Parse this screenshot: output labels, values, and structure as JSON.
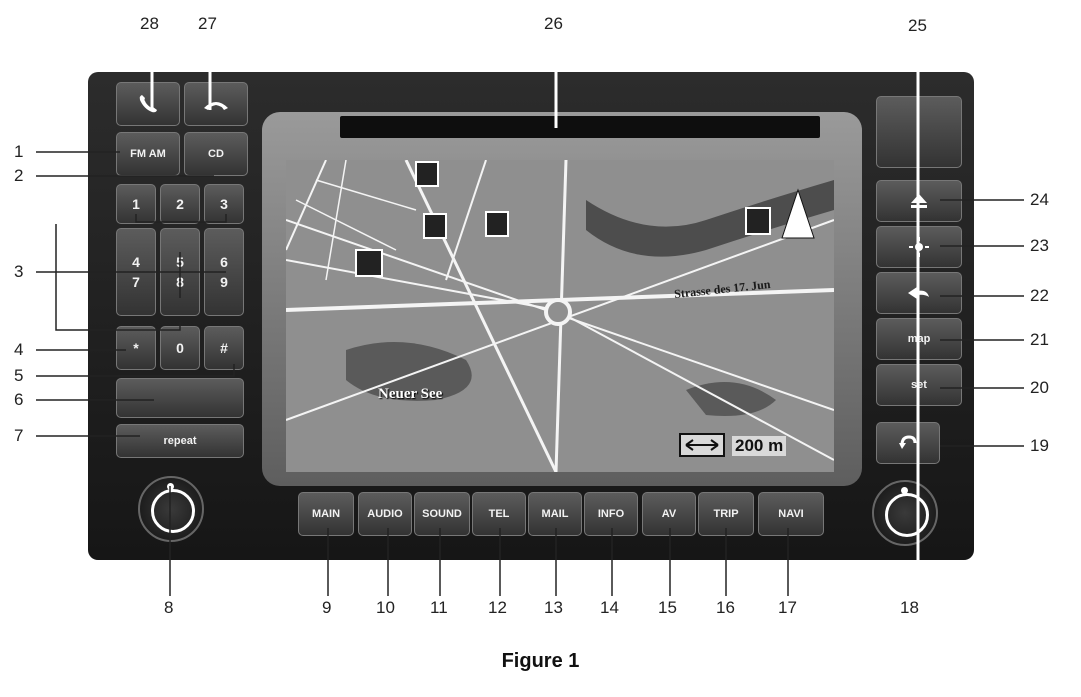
{
  "caption": "Figure 1",
  "left_panel": {
    "fm_am": "FM AM",
    "cd": "CD",
    "keys": [
      "1",
      "2",
      "3",
      "4",
      "5",
      "6",
      "7",
      "8",
      "9",
      "*",
      "0",
      "#"
    ],
    "repeat": "repeat"
  },
  "bottom_buttons": [
    "MAIN",
    "AUDIO",
    "SOUND",
    "TEL",
    "MAIL",
    "INFO",
    "AV",
    "TRIP",
    "NAVI"
  ],
  "right_panel": {
    "map": "map",
    "set": "set"
  },
  "map": {
    "lake_label": "Neuer See",
    "street_label": "Strasse des 17. Jun",
    "scale": "200 m"
  },
  "callouts": [
    "1",
    "2",
    "3",
    "4",
    "5",
    "6",
    "7",
    "8",
    "9",
    "10",
    "11",
    "12",
    "13",
    "14",
    "15",
    "16",
    "17",
    "18",
    "19",
    "20",
    "21",
    "22",
    "23",
    "24",
    "25",
    "26",
    "27",
    "28"
  ],
  "icons": {
    "phone_pickup": "phone-pickup-icon",
    "phone_hangup": "phone-hangup-icon",
    "eject": "eject-icon",
    "brightness": "brightness-icon",
    "back": "back-arrow-icon",
    "undo": "undo-arrow-icon"
  },
  "colors": {
    "housing": "#1e1e1e",
    "button": "#4a4a4a",
    "screen": "#8f8f8f",
    "water": "#4d4d4d",
    "road": "#f4f4f4"
  }
}
